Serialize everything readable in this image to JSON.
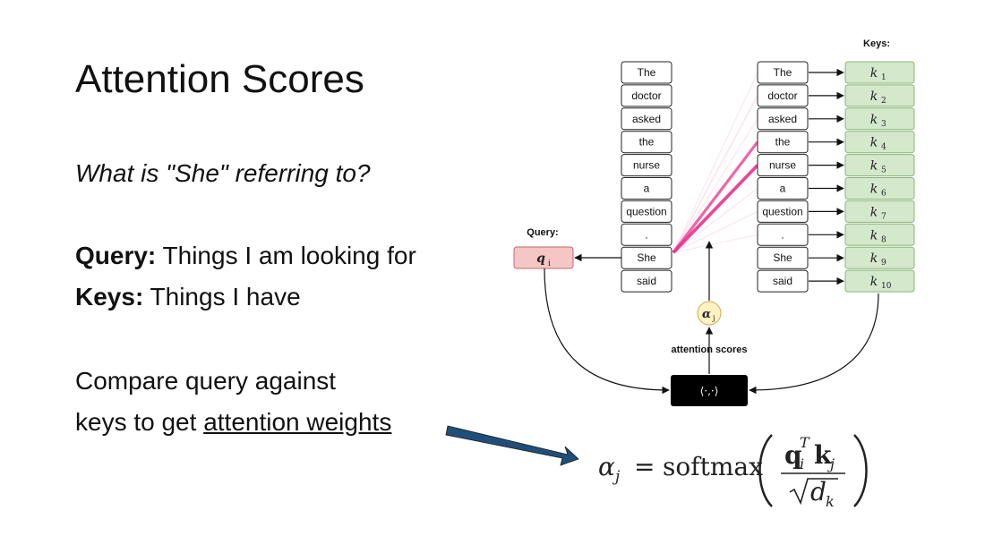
{
  "slide": {
    "title": "Attention Scores",
    "question": "What is \"She\" referring to?",
    "query_label": "Query:",
    "query_text": " Things I am looking for",
    "keys_label": "Keys:",
    "keys_text": " Things I have",
    "compare_line1": "Compare query against",
    "compare_prefix": "keys to get ",
    "compare_underlined": "attention weights"
  },
  "diagram": {
    "tokens": [
      "The",
      "doctor",
      "asked",
      "the",
      "nurse",
      "a",
      "question",
      ".",
      "She",
      "said"
    ],
    "query_header": "Query:",
    "keys_header": "Keys:",
    "query_symbol": "q",
    "query_subscript": "i",
    "key_symbol": "k",
    "key_subscripts": [
      "1",
      "2",
      "3",
      "4",
      "5",
      "6",
      "7",
      "8",
      "9",
      "10"
    ],
    "alpha_symbol": "α",
    "alpha_subscript": "j",
    "attention_scores_label": "attention scores",
    "dot_product_label": "⟨·,·⟩",
    "attention_strengths": [
      0.05,
      0.15,
      0.1,
      0.75,
      0.9,
      0.08,
      0.12,
      0.05,
      0,
      0
    ]
  },
  "formula": {
    "alpha": "α",
    "alpha_sub": "j",
    "equals": "=",
    "fn": "softmax",
    "q": "q",
    "q_sub": "i",
    "q_sup": "T",
    "k": "k",
    "k_sub": "j",
    "d": "d",
    "d_sub": "k"
  },
  "colors": {
    "query_fill": "#f4c6c6",
    "query_border": "#c46a6a",
    "key_fill": "#d4e8cc",
    "key_border": "#8ab37a",
    "alpha_fill": "#fff2c2",
    "alpha_border": "#c9a94e",
    "attention_line": "#e8338a",
    "arrow_fill": "#1f4e79"
  }
}
